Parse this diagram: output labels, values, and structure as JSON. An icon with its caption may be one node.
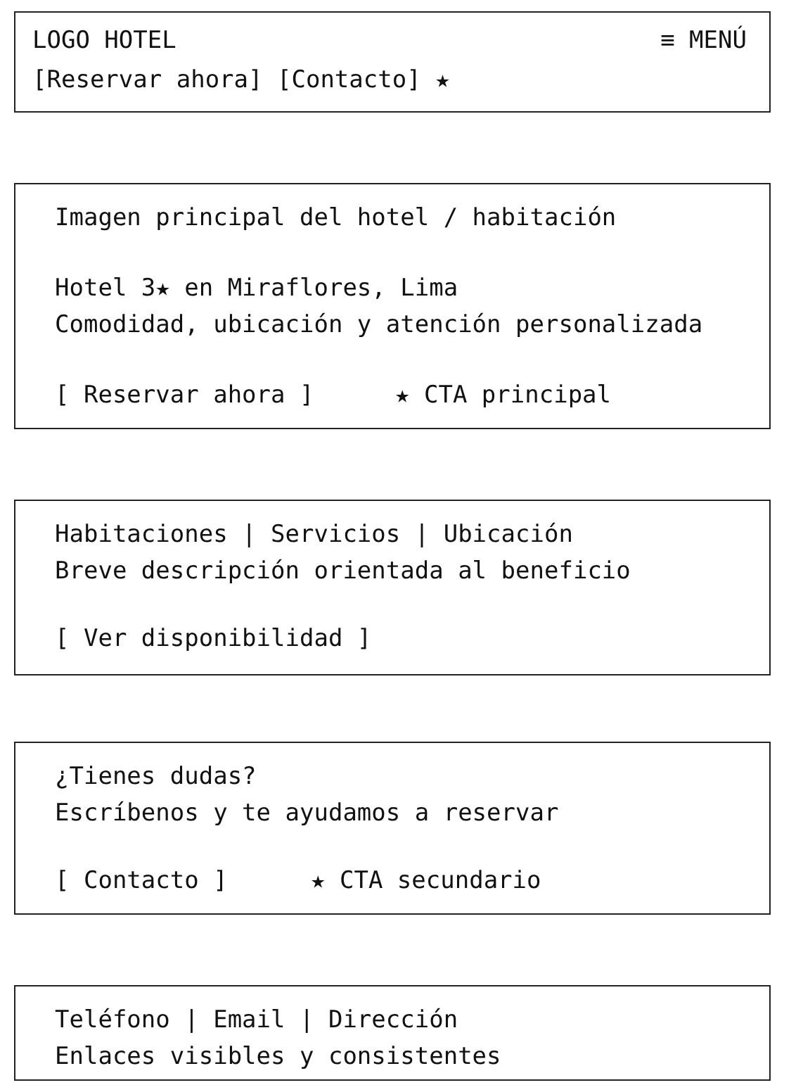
{
  "diagram": {
    "nodes": [
      {
        "text": [
          "LOGO HOTEL",
          "≡ MENÚ",
          "[Reservar ahora]  [Contacto] ★"
        ]
      },
      {
        "text": [
          "Imagen principal del hotel / habitación",
          "Hotel 3★ en Miraflores, Lima",
          "Comodidad, ubicación y atención personalizada",
          "[ Reservar ahora ]",
          "★ CTA principal"
        ]
      },
      {
        "text": [
          "Habitaciones | Servicios | Ubicación",
          "Breve descripción orientada al beneficio",
          "[ Ver disponibilidad ]"
        ]
      },
      {
        "text": [
          "¿Tienes dudas?",
          "Escríbenos y te ayudamos a reservar",
          "[ Contacto ]",
          "★ CTA secundario"
        ]
      },
      {
        "text": [
          "Teléfono | Email | Dirección",
          "Enlaces visibles y consistentes"
        ]
      }
    ]
  }
}
